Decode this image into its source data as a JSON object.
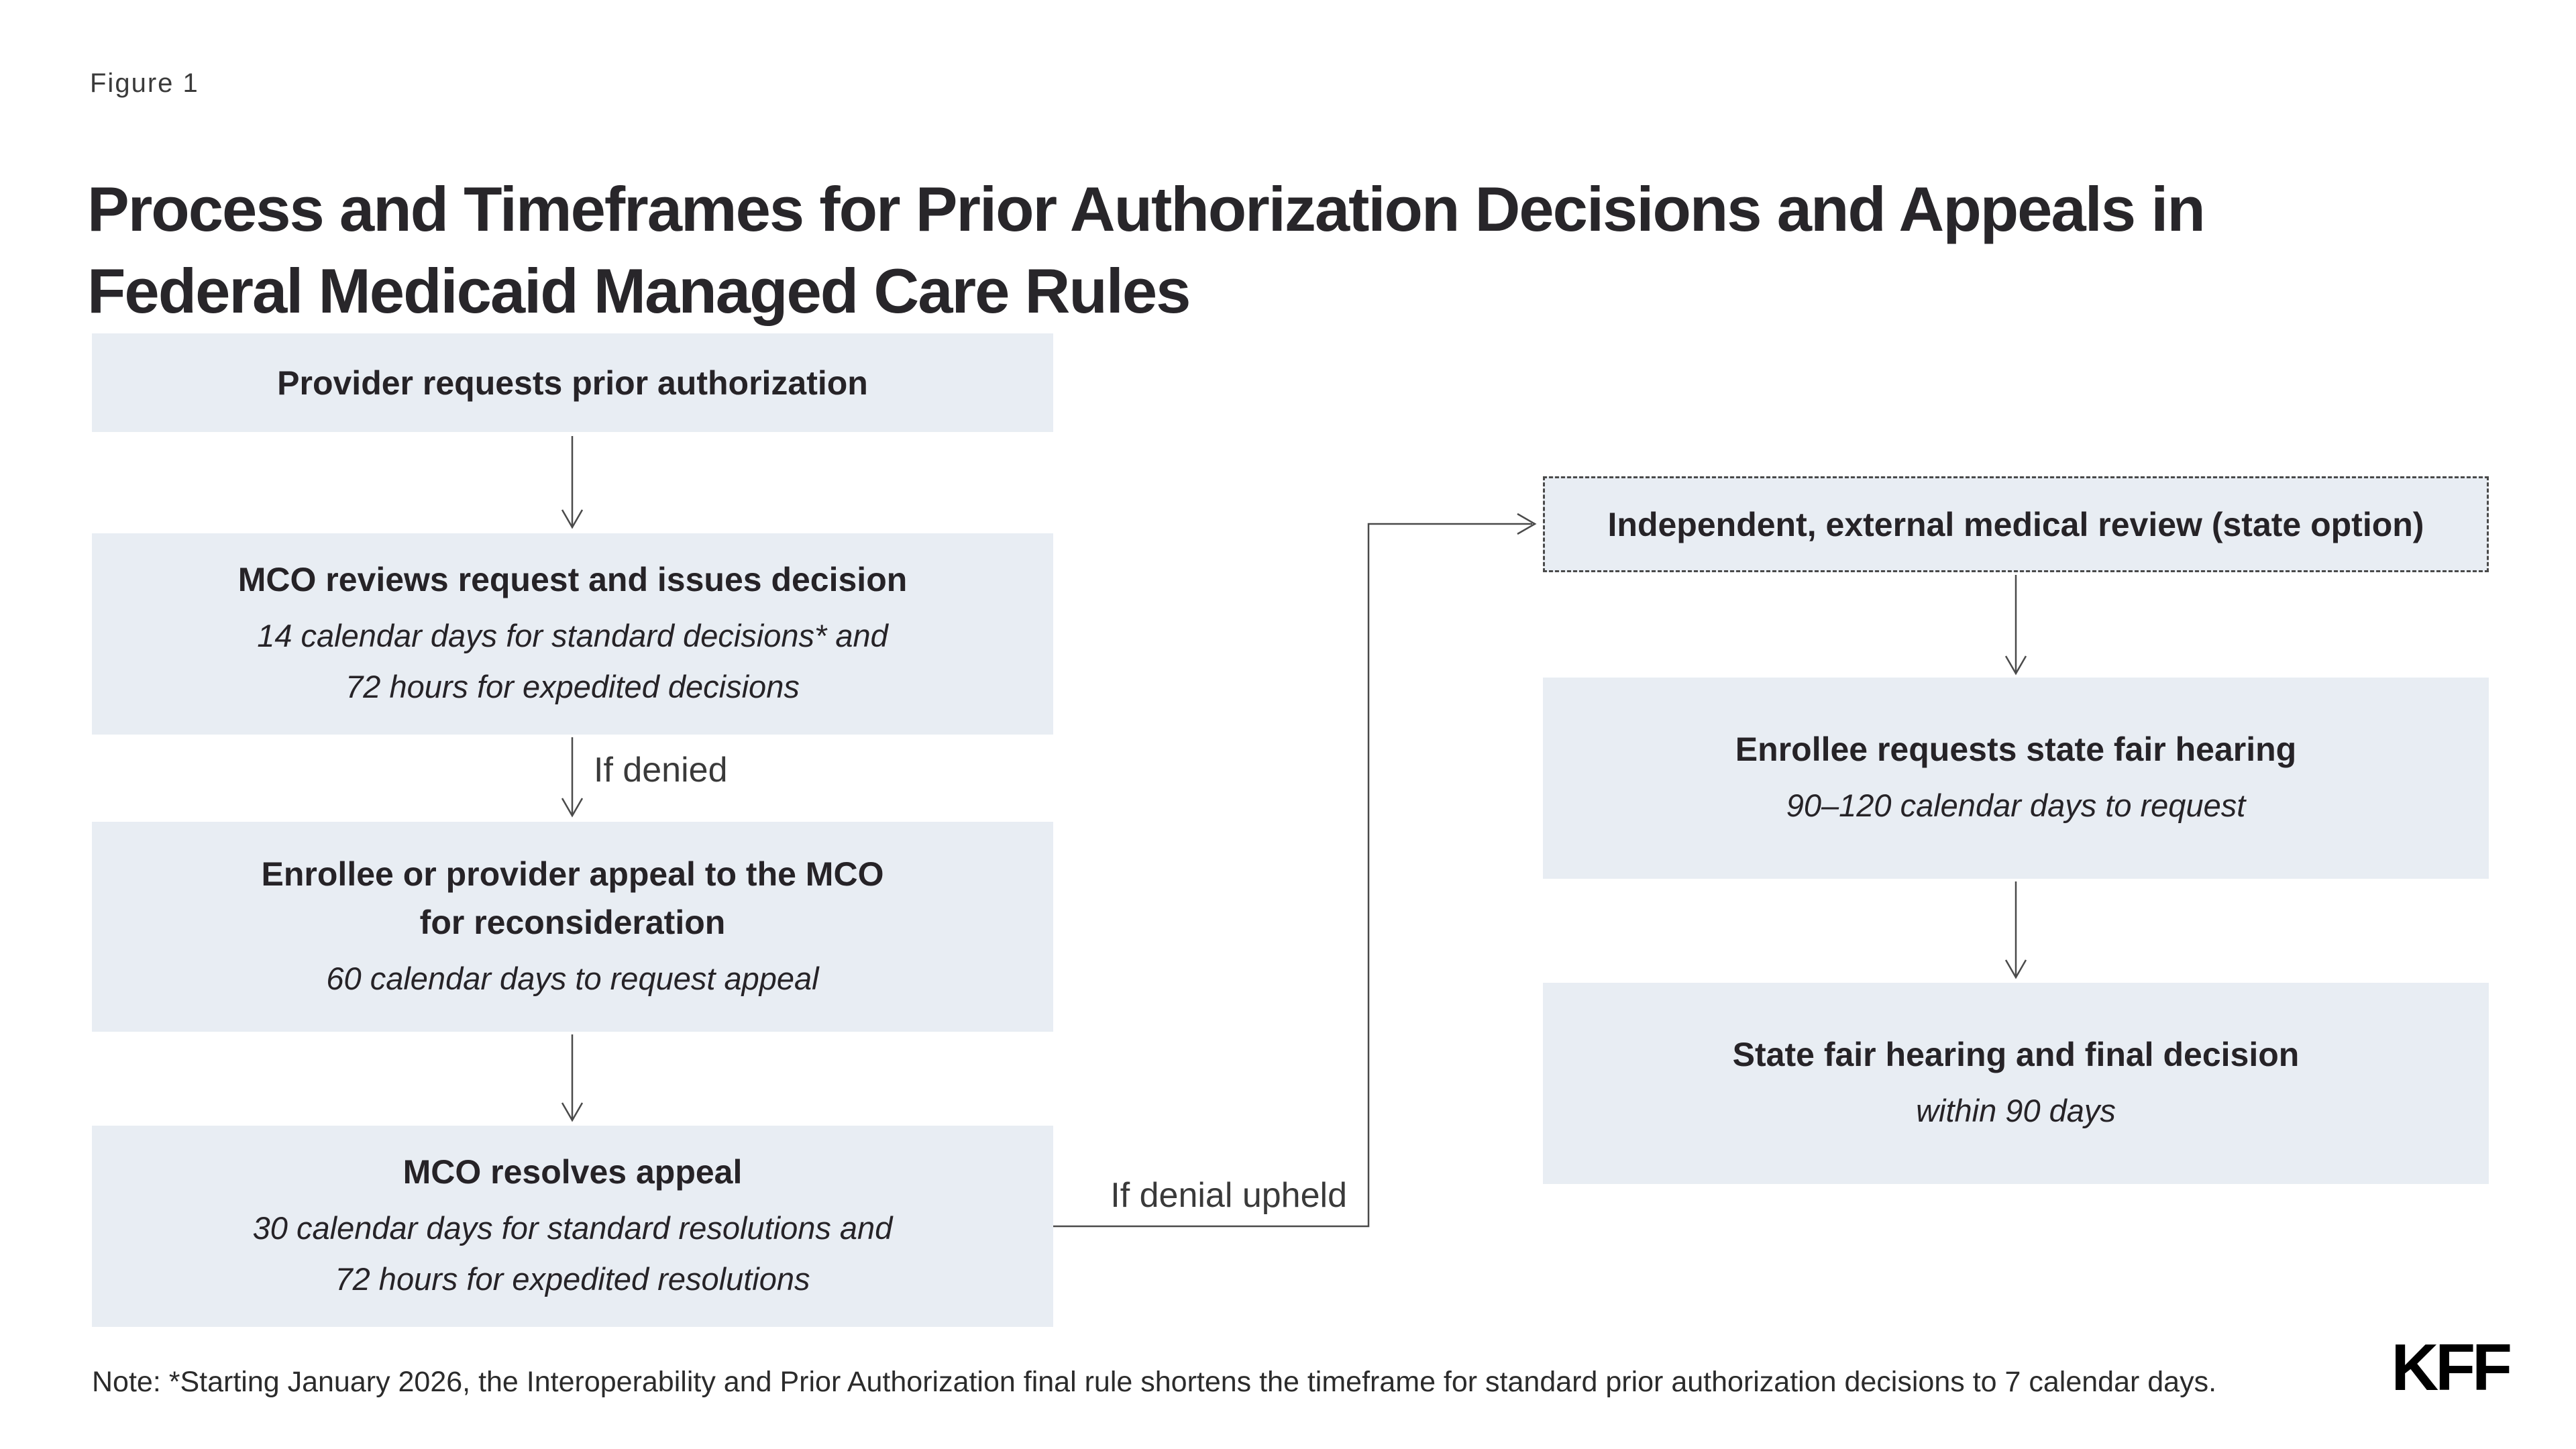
{
  "figure_label": "Figure 1",
  "title": {
    "lines": [
      "Process and Timeframes for Prior Authorization Decisions and Appeals in",
      "Federal Medicaid Managed Care Rules"
    ]
  },
  "flow": {
    "left": [
      {
        "heading": [
          "Provider requests prior authorization"
        ],
        "details": []
      },
      {
        "heading": [
          "MCO reviews request and issues decision"
        ],
        "details": [
          "14 calendar days for standard decisions* and",
          "72 hours for expedited decisions"
        ]
      },
      {
        "heading": [
          "Enrollee or provider appeal to the MCO",
          "for reconsideration"
        ],
        "details": [
          "60 calendar days to request appeal"
        ]
      },
      {
        "heading": [
          "MCO resolves appeal"
        ],
        "details": [
          "30 calendar days for standard resolutions and",
          "72 hours for expedited resolutions"
        ]
      }
    ],
    "right": [
      {
        "heading": [
          "Independent, external medical review (state option)"
        ],
        "details": [],
        "style": "dashed"
      },
      {
        "heading": [
          "Enrollee requests state fair hearing"
        ],
        "details": [
          "90–120 calendar days to request"
        ]
      },
      {
        "heading": [
          "State fair hearing and final decision"
        ],
        "details": [
          "within 90 days"
        ]
      }
    ],
    "labels": {
      "if_denied": "If denied",
      "if_denial_upheld": "If denial upheld"
    }
  },
  "note": "Note: *Starting January 2026, the Interoperability and Prior Authorization final rule shortens the timeframe for standard prior authorization decisions to 7 calendar days.",
  "logo": "KFF",
  "colors": {
    "box_fill": "#e8edf3",
    "text": "#262327",
    "label_text": "#3a3a3a",
    "line": "#4a4a4a",
    "background": "#ffffff",
    "logo": "#000000"
  }
}
